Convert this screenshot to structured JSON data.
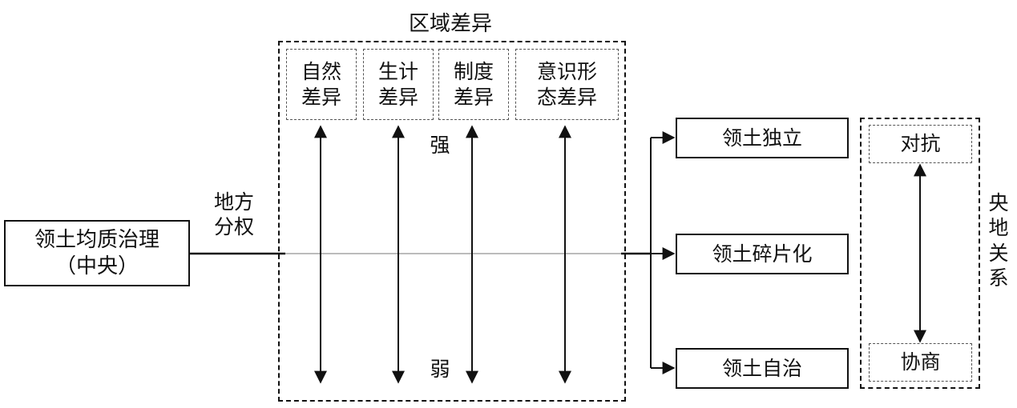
{
  "left_box": {
    "line1": "领土均质治理",
    "line2": "（中央）"
  },
  "decentralization_label": {
    "line1": "地方",
    "line2": "分权"
  },
  "regional_differences": {
    "title": "区域差异",
    "categories": [
      {
        "line1": "自然",
        "line2": "差异"
      },
      {
        "line1": "生计",
        "line2": "差异"
      },
      {
        "line1": "制度",
        "line2": "差异"
      },
      {
        "line1": "意识形",
        "line2": "态差异"
      }
    ],
    "strong_label": "强",
    "weak_label": "弱"
  },
  "outcomes": [
    {
      "label": "领土独立"
    },
    {
      "label": "领土碎片化"
    },
    {
      "label": "领土自治"
    }
  ],
  "central_local_relation": {
    "title": "央地关系",
    "top": "对抗",
    "bottom": "协商"
  },
  "colors": {
    "line": "#111111",
    "gray_line": "#bbbbbb"
  }
}
